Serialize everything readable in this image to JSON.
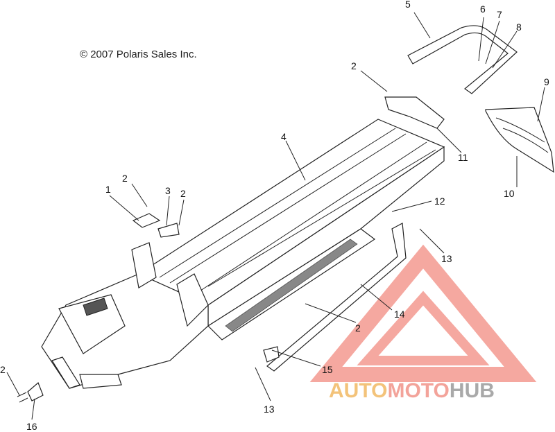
{
  "copyright": "© 2007 Polaris Sales Inc.",
  "watermark": {
    "parts": [
      "AUTO",
      "MOTO",
      "HUB"
    ],
    "colors": [
      "#f3c37a",
      "#f3a39a",
      "#a9a9a9"
    ],
    "logo_color": "#f3998f"
  },
  "callouts": [
    {
      "id": "c5",
      "label": "5"
    },
    {
      "id": "c6",
      "label": "6"
    },
    {
      "id": "c7",
      "label": "7"
    },
    {
      "id": "c8",
      "label": "8"
    },
    {
      "id": "c2a",
      "label": "2"
    },
    {
      "id": "c9",
      "label": "9"
    },
    {
      "id": "c4",
      "label": "4"
    },
    {
      "id": "c11",
      "label": "11"
    },
    {
      "id": "c10",
      "label": "10"
    },
    {
      "id": "c1",
      "label": "1"
    },
    {
      "id": "c2b",
      "label": "2"
    },
    {
      "id": "c3",
      "label": "3"
    },
    {
      "id": "c2c",
      "label": "2"
    },
    {
      "id": "c12",
      "label": "12"
    },
    {
      "id": "c13a",
      "label": "13"
    },
    {
      "id": "c14",
      "label": "14"
    },
    {
      "id": "c2d",
      "label": "2"
    },
    {
      "id": "c15",
      "label": "15"
    },
    {
      "id": "c2e",
      "label": "2"
    },
    {
      "id": "c16",
      "label": "16"
    },
    {
      "id": "c13b",
      "label": "13"
    }
  ]
}
